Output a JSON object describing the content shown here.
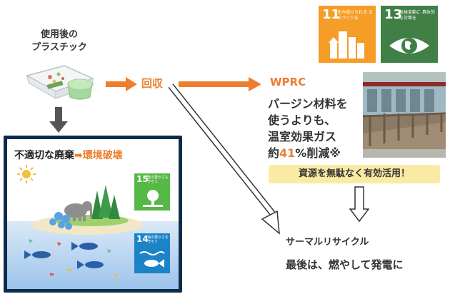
{
  "used_plastic": {
    "line1": "使用後の",
    "line2": "プラスチック"
  },
  "collection": {
    "arrow_prefix": "",
    "label": "回収"
  },
  "wprc": {
    "title": "WPRC",
    "desc_line1": "バージン材料を",
    "desc_line2": "使うよりも、",
    "desc_line3": "温室効果ガス",
    "desc_line4_prefix": "約",
    "desc_line4_number": "41",
    "desc_line4_suffix": "%削減※"
  },
  "banner": "資源を無駄なく有効活用！",
  "thermal": "サーマルリサイクル",
  "last": "最後は、燃やして発電に",
  "panel": {
    "title_left": "不適切な廃棄",
    "title_arrow": "➡",
    "title_right": "環境破壊"
  },
  "sdgs": [
    {
      "num": "11",
      "text": "住み続けられる まちづくりを",
      "color": "#f59d26"
    },
    {
      "num": "13",
      "text": "気候変動に 具体的な対策を",
      "color": "#407f46"
    },
    {
      "num": "15",
      "text": "陸の豊かさも 守ろう",
      "color": "#56b847"
    },
    {
      "num": "14",
      "text": "海の豊かさを 守ろう",
      "color": "#1c83c7"
    }
  ],
  "colors": {
    "orange": "#ee7d2d",
    "banner": "#fbeaa3",
    "panel_border": "#0b2c4a",
    "arrow_gray": "#555555"
  }
}
